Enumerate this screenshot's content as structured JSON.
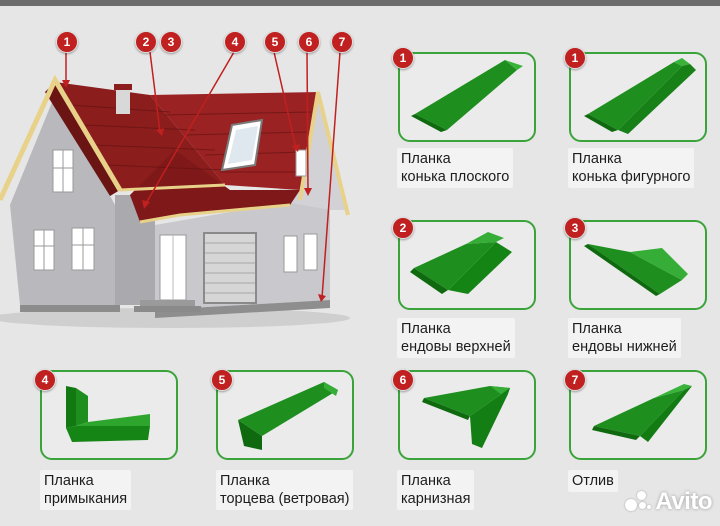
{
  "colors": {
    "badge": "#c0201f",
    "panel_border": "#3aa33a",
    "roof": "#8b1d1d",
    "profile_green": "#1e8f1e"
  },
  "house_callouts": [
    "1",
    "2",
    "3",
    "4",
    "5",
    "6",
    "7"
  ],
  "panels": [
    {
      "number": "1",
      "line1": "Планка",
      "line2": "конька плоского"
    },
    {
      "number": "1",
      "line1": "Планка",
      "line2": "конька фигурного"
    },
    {
      "number": "2",
      "line1": "Планка",
      "line2": "ендовы верхней"
    },
    {
      "number": "3",
      "line1": "Планка",
      "line2": "ендовы нижней"
    },
    {
      "number": "4",
      "line1": "Планка",
      "line2": "примыкания"
    },
    {
      "number": "5",
      "line1": "Планка",
      "line2": "торцева (ветровая)"
    },
    {
      "number": "6",
      "line1": "Планка",
      "line2": "карнизная"
    },
    {
      "number": "7",
      "line1": "Отлив",
      "line2": ""
    }
  ],
  "watermark": {
    "text": "Avito",
    "icon": "avito-logo-icon"
  }
}
